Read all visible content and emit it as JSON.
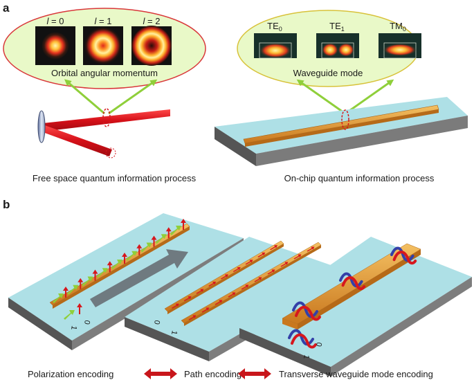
{
  "panel_a": {
    "letter": "a",
    "oam": {
      "title": "Orbital angular momentum",
      "modes": [
        {
          "label_var": "l",
          "label_rest": " = 0"
        },
        {
          "label_var": "l",
          "label_rest": " = 1"
        },
        {
          "label_var": "l",
          "label_rest": " = 2"
        }
      ]
    },
    "waveguide": {
      "title": "Waveguide mode",
      "modes": [
        {
          "base": "TE",
          "sub": "0"
        },
        {
          "base": "TE",
          "sub": "1"
        },
        {
          "base": "TM",
          "sub": "0"
        }
      ]
    },
    "free_space_caption": "Free space quantum information process",
    "on_chip_caption": "On-chip quantum information process"
  },
  "panel_b": {
    "letter": "b",
    "bits": {
      "zero": "0",
      "one": "1"
    },
    "captions": {
      "polarization": "Polarization encoding",
      "path": "Path encoding",
      "transverse": "Transverse waveguide mode encoding"
    }
  },
  "colors": {
    "oam_ellipse_fill": "#e9f9c8",
    "oam_ellipse_stroke": "#d9373a",
    "wg_ellipse_fill": "#e9f9c8",
    "wg_ellipse_stroke": "#d8c23a",
    "substrate_top": "#aee0e6",
    "substrate_side": "#6a6a6a",
    "waveguide_orange": "#e8a43c",
    "beam_red": "#d6161c",
    "arrow_green": "#8fcf3a",
    "double_arrow_red": "#c8161b",
    "mode_red": "#d6171d",
    "mode_blue": "#3340a8",
    "big_arrow_gray": "#6f7a80"
  }
}
